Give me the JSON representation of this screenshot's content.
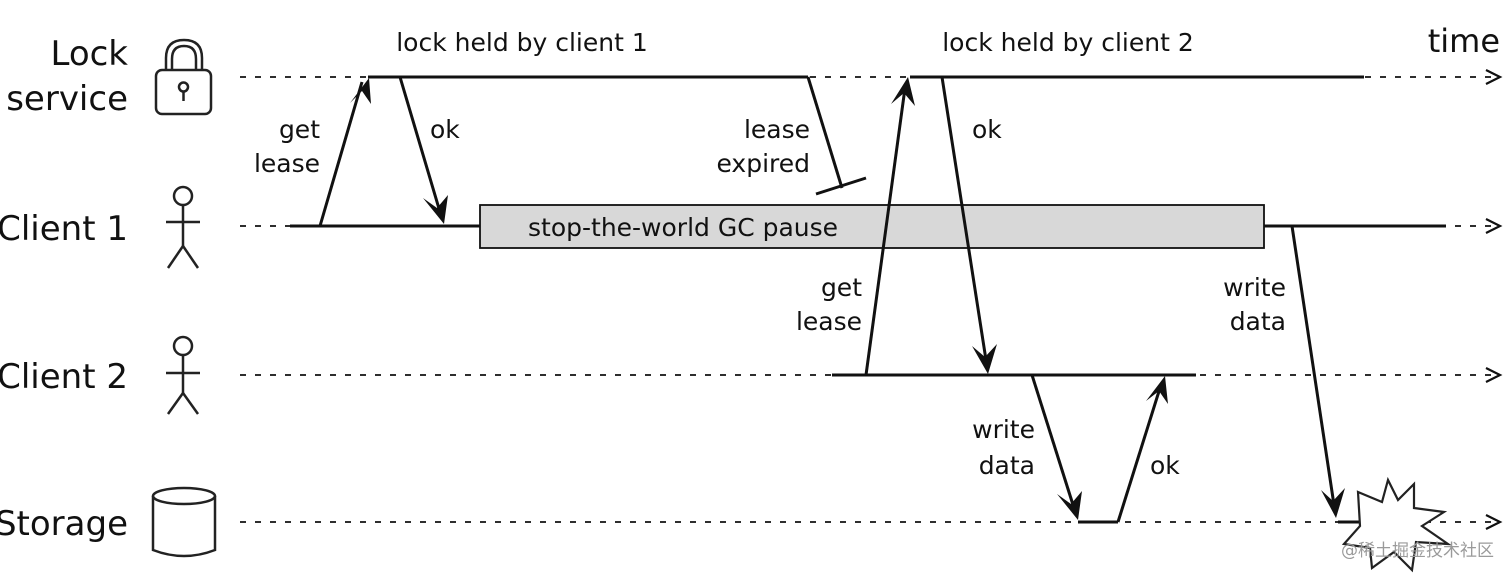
{
  "diagram": {
    "actors": [
      {
        "name_lines": [
          "Lock",
          "service"
        ],
        "icon": "padlock-icon"
      },
      {
        "name_lines": [
          "Client 1"
        ],
        "icon": "stick-figure-icon"
      },
      {
        "name_lines": [
          "Client 2"
        ],
        "icon": "stick-figure-icon"
      },
      {
        "name_lines": [
          "Storage"
        ],
        "icon": "cylinder-database-icon"
      }
    ],
    "time_label": "time",
    "lock_held_labels": [
      "lock held by client 1",
      "lock held by client 2"
    ],
    "gc_pause_label": "stop-the-world GC pause",
    "messages": {
      "client1_get_lease": [
        "get",
        "lease"
      ],
      "client1_ok": "ok",
      "lease_expired": [
        "lease",
        "expired"
      ],
      "client2_get_lease": [
        "get",
        "lease"
      ],
      "client2_ok": "ok",
      "client2_write_data": [
        "write",
        "data"
      ],
      "storage_ok": "ok",
      "client1_write_data": [
        "write",
        "data"
      ]
    },
    "watermark": "@稀土掘金技术社区",
    "colors": {
      "line": "#111111",
      "gc_box_fill": "#d8d8d8",
      "background": "#ffffff"
    }
  }
}
